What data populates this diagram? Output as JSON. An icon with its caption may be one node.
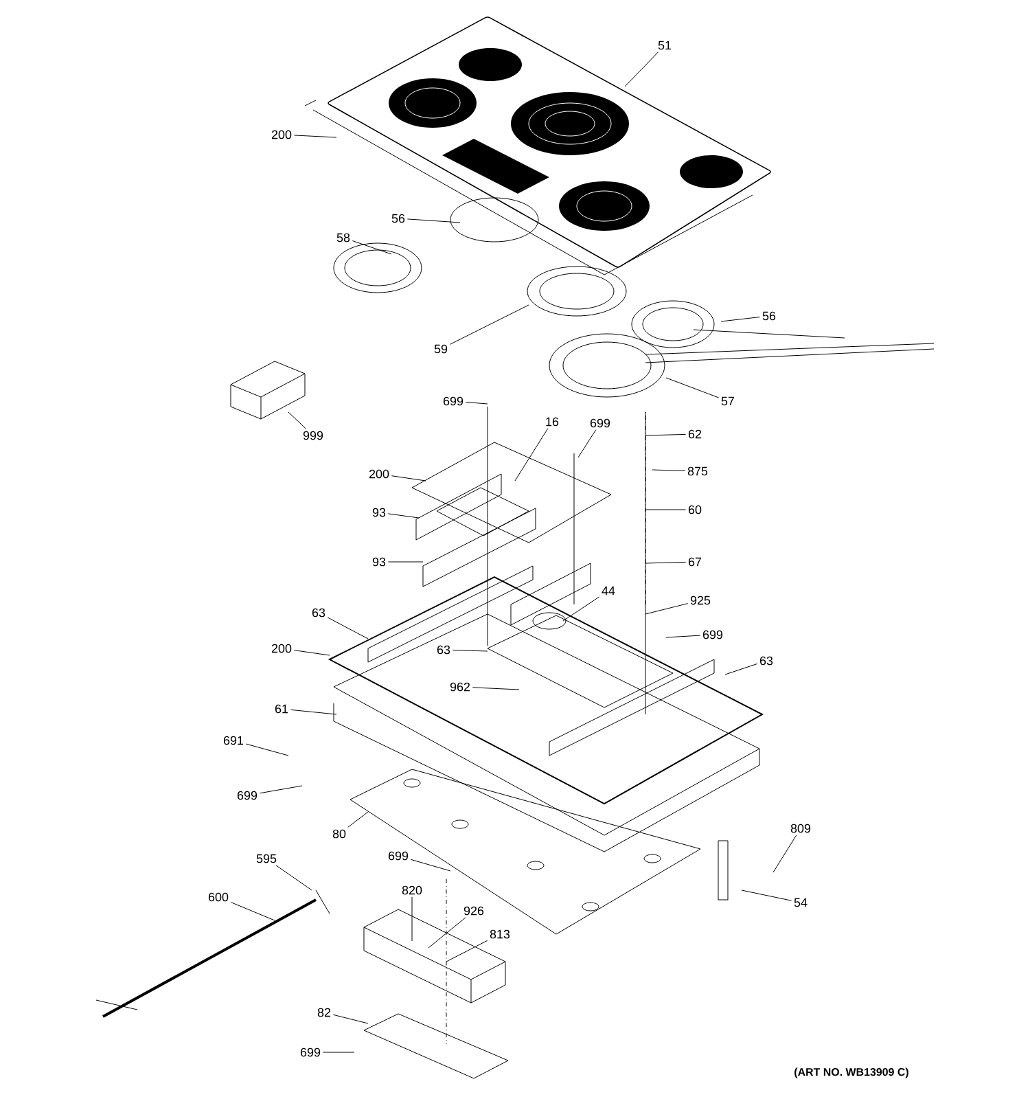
{
  "diagram": {
    "nodes": [
      {
        "text": [
          "51"
        ]
      },
      {
        "text": [
          "200"
        ]
      },
      {
        "text": [
          "56"
        ]
      },
      {
        "text": [
          "58"
        ]
      },
      {
        "text": [
          "59"
        ]
      },
      {
        "text": [
          "56"
        ]
      },
      {
        "text": [
          "57"
        ]
      },
      {
        "text": [
          "999"
        ]
      },
      {
        "text": [
          "699"
        ]
      },
      {
        "text": [
          "16"
        ]
      },
      {
        "text": [
          "699"
        ]
      },
      {
        "text": [
          "62"
        ]
      },
      {
        "text": [
          "200"
        ]
      },
      {
        "text": [
          "875"
        ]
      },
      {
        "text": [
          "93"
        ]
      },
      {
        "text": [
          "60"
        ]
      },
      {
        "text": [
          "93"
        ]
      },
      {
        "text": [
          "67"
        ]
      },
      {
        "text": [
          "44"
        ]
      },
      {
        "text": [
          "63"
        ]
      },
      {
        "text": [
          "925"
        ]
      },
      {
        "text": [
          "699"
        ]
      },
      {
        "text": [
          "200"
        ]
      },
      {
        "text": [
          "63"
        ]
      },
      {
        "text": [
          "63"
        ]
      },
      {
        "text": [
          "962"
        ]
      },
      {
        "text": [
          "61"
        ]
      },
      {
        "text": [
          "691"
        ]
      },
      {
        "text": [
          "699"
        ]
      },
      {
        "text": [
          "80"
        ]
      },
      {
        "text": [
          "809"
        ]
      },
      {
        "text": [
          "699"
        ]
      },
      {
        "text": [
          "595"
        ]
      },
      {
        "text": [
          "820"
        ]
      },
      {
        "text": [
          "600"
        ]
      },
      {
        "text": [
          "926"
        ]
      },
      {
        "text": [
          "54"
        ]
      },
      {
        "text": [
          "813"
        ]
      },
      {
        "text": [
          "82"
        ]
      },
      {
        "text": [
          "699"
        ]
      }
    ],
    "edges": [
      {
        "from": 0,
        "to": null,
        "arrow": "none"
      },
      {
        "from": 1,
        "to": null,
        "arrow": "none"
      },
      {
        "from": 2,
        "to": null,
        "arrow": "none"
      },
      {
        "from": 3,
        "to": null,
        "arrow": "none"
      },
      {
        "from": 4,
        "to": null,
        "arrow": "none"
      },
      {
        "from": 5,
        "to": null,
        "arrow": "none"
      },
      {
        "from": 6,
        "to": null,
        "arrow": "none"
      },
      {
        "from": 7,
        "to": null,
        "arrow": "none"
      },
      {
        "from": 8,
        "to": null,
        "arrow": "none"
      },
      {
        "from": 9,
        "to": null,
        "arrow": "none"
      },
      {
        "from": 10,
        "to": null,
        "arrow": "none"
      },
      {
        "from": 11,
        "to": null,
        "arrow": "none"
      },
      {
        "from": 12,
        "to": null,
        "arrow": "none"
      },
      {
        "from": 13,
        "to": null,
        "arrow": "none"
      },
      {
        "from": 14,
        "to": null,
        "arrow": "none"
      },
      {
        "from": 15,
        "to": null,
        "arrow": "none"
      },
      {
        "from": 16,
        "to": null,
        "arrow": "none"
      },
      {
        "from": 17,
        "to": null,
        "arrow": "none"
      },
      {
        "from": 18,
        "to": null,
        "arrow": "none"
      },
      {
        "from": 19,
        "to": null,
        "arrow": "none"
      },
      {
        "from": 20,
        "to": null,
        "arrow": "none"
      },
      {
        "from": 21,
        "to": null,
        "arrow": "none"
      },
      {
        "from": 22,
        "to": null,
        "arrow": "none"
      },
      {
        "from": 23,
        "to": null,
        "arrow": "none"
      },
      {
        "from": 24,
        "to": null,
        "arrow": "none"
      },
      {
        "from": 25,
        "to": null,
        "arrow": "none"
      },
      {
        "from": 26,
        "to": null,
        "arrow": "none"
      },
      {
        "from": 27,
        "to": null,
        "arrow": "none"
      },
      {
        "from": 28,
        "to": null,
        "arrow": "none"
      },
      {
        "from": 29,
        "to": null,
        "arrow": "none"
      },
      {
        "from": 30,
        "to": null,
        "arrow": "none"
      },
      {
        "from": 31,
        "to": null,
        "arrow": "none"
      },
      {
        "from": 32,
        "to": null,
        "arrow": "none"
      },
      {
        "from": 33,
        "to": null,
        "arrow": "none"
      },
      {
        "from": 34,
        "to": null,
        "arrow": "none"
      },
      {
        "from": 35,
        "to": null,
        "arrow": "none"
      },
      {
        "from": 36,
        "to": null,
        "arrow": "none"
      },
      {
        "from": 37,
        "to": null,
        "arrow": "none"
      },
      {
        "from": 38,
        "to": null,
        "arrow": "none"
      },
      {
        "from": 39,
        "to": null,
        "arrow": "none"
      }
    ],
    "labels": [
      "(ART NO. WB13909 C)"
    ]
  }
}
